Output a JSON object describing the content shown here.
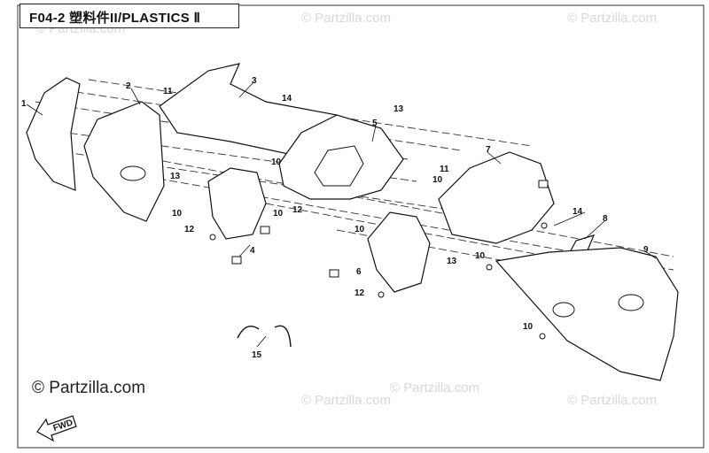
{
  "diagram": {
    "title": "F04-2 塑料件II/PLASTICS Ⅱ",
    "copyright": "© Partzilla.com",
    "watermarks": [
      "© Partzilla.com",
      "© Partzilla.com",
      "© Partzilla.com",
      "© Partzilla.com",
      "© Partzilla.com",
      "© Partzilla.com"
    ],
    "arrow_label": "FWD",
    "callouts": [
      {
        "id": "c1",
        "label": "1"
      },
      {
        "id": "c2",
        "label": "2"
      },
      {
        "id": "c3",
        "label": "3"
      },
      {
        "id": "c4",
        "label": "4"
      },
      {
        "id": "c5",
        "label": "5"
      },
      {
        "id": "c6",
        "label": "6"
      },
      {
        "id": "c7",
        "label": "7"
      },
      {
        "id": "c8",
        "label": "8"
      },
      {
        "id": "c9",
        "label": "9"
      },
      {
        "id": "c10a",
        "label": "10"
      },
      {
        "id": "c10b",
        "label": "10"
      },
      {
        "id": "c10c",
        "label": "10"
      },
      {
        "id": "c10d",
        "label": "10"
      },
      {
        "id": "c10e",
        "label": "10"
      },
      {
        "id": "c10f",
        "label": "10"
      },
      {
        "id": "c10g",
        "label": "10"
      },
      {
        "id": "c11a",
        "label": "11"
      },
      {
        "id": "c11b",
        "label": "11"
      },
      {
        "id": "c12a",
        "label": "12"
      },
      {
        "id": "c12b",
        "label": "12"
      },
      {
        "id": "c12c",
        "label": "12"
      },
      {
        "id": "c13a",
        "label": "13"
      },
      {
        "id": "c13b",
        "label": "13"
      },
      {
        "id": "c13c",
        "label": "13"
      },
      {
        "id": "c14a",
        "label": "14"
      },
      {
        "id": "c14b",
        "label": "14"
      },
      {
        "id": "c15",
        "label": "15"
      }
    ]
  }
}
